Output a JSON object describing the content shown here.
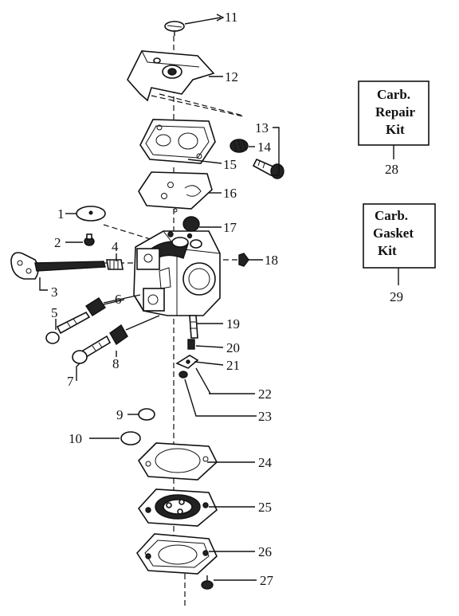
{
  "callouts": [
    "1",
    "2",
    "3",
    "4",
    "5",
    "6",
    "7",
    "8",
    "9",
    "10",
    "11",
    "12",
    "13",
    "14",
    "15",
    "16",
    "17",
    "18",
    "19",
    "20",
    "21",
    "22",
    "23",
    "24",
    "25",
    "26",
    "27"
  ],
  "repair_kit": {
    "lines": [
      "Carb.",
      "Repair",
      "Kit"
    ],
    "number": "28"
  },
  "gasket_kit": {
    "lines": [
      "Carb.",
      "Gasket",
      "Kit"
    ],
    "number": "29"
  },
  "colors": {
    "ink": "#111111",
    "paper": "#ffffff"
  }
}
